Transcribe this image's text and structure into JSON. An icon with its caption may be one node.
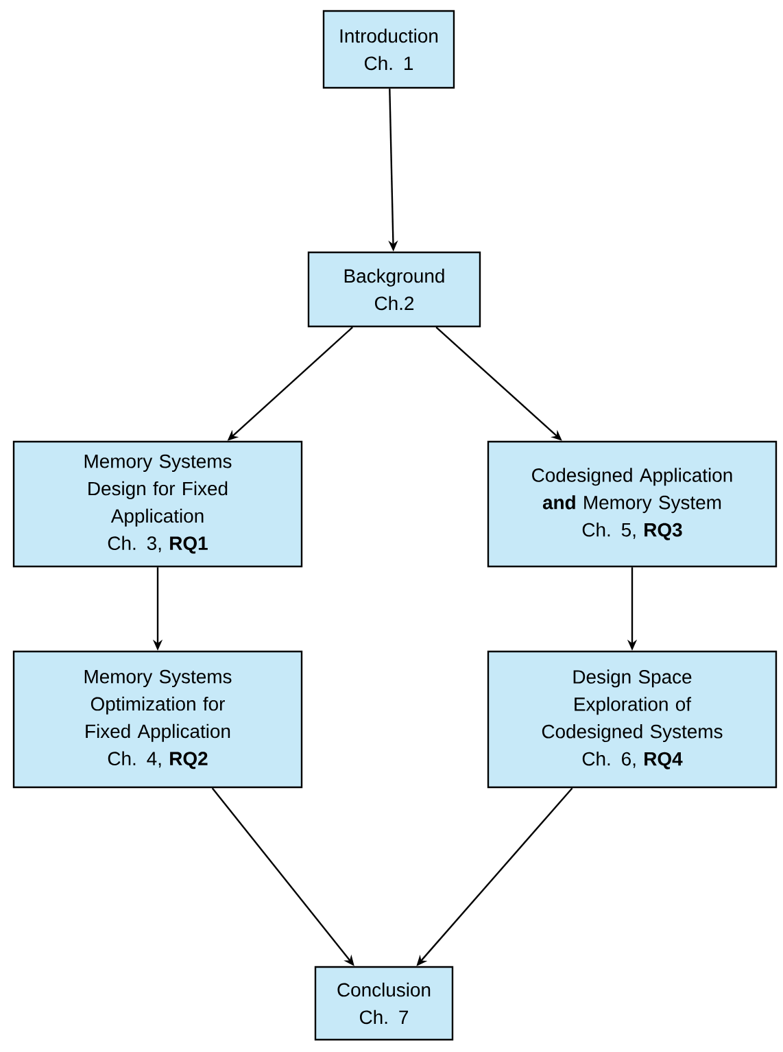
{
  "diagram": {
    "nodes": [
      {
        "text": [
          "Introduction",
          "Ch. 1"
        ]
      },
      {
        "text": [
          "Background",
          "Ch.2"
        ]
      },
      {
        "text": [
          "Memory Systems Design for Fixed Application",
          "Ch. 3, **RQ1**"
        ]
      },
      {
        "text": [
          "Codesigned Application **and** Memory System",
          "Ch. 5, **RQ3**"
        ]
      },
      {
        "text": [
          "Memory Systems Optimization for Fixed Application",
          "Ch. 4, **RQ2**"
        ]
      },
      {
        "text": [
          "Design Space Exploration of Codesigned Systems",
          "Ch. 6, **RQ4**"
        ]
      },
      {
        "text": [
          "Conclusion",
          "Ch. 7"
        ]
      }
    ],
    "edges": [
      {
        "from": 0,
        "to": 1,
        "arrow": "to"
      },
      {
        "from": 1,
        "to": 2,
        "arrow": "to"
      },
      {
        "from": 1,
        "to": 3,
        "arrow": "to"
      },
      {
        "from": 2,
        "to": 4,
        "arrow": "to"
      },
      {
        "from": 3,
        "to": 5,
        "arrow": "to"
      },
      {
        "from": 4,
        "to": 6,
        "arrow": "to"
      },
      {
        "from": 5,
        "to": 6,
        "arrow": "to"
      }
    ]
  }
}
